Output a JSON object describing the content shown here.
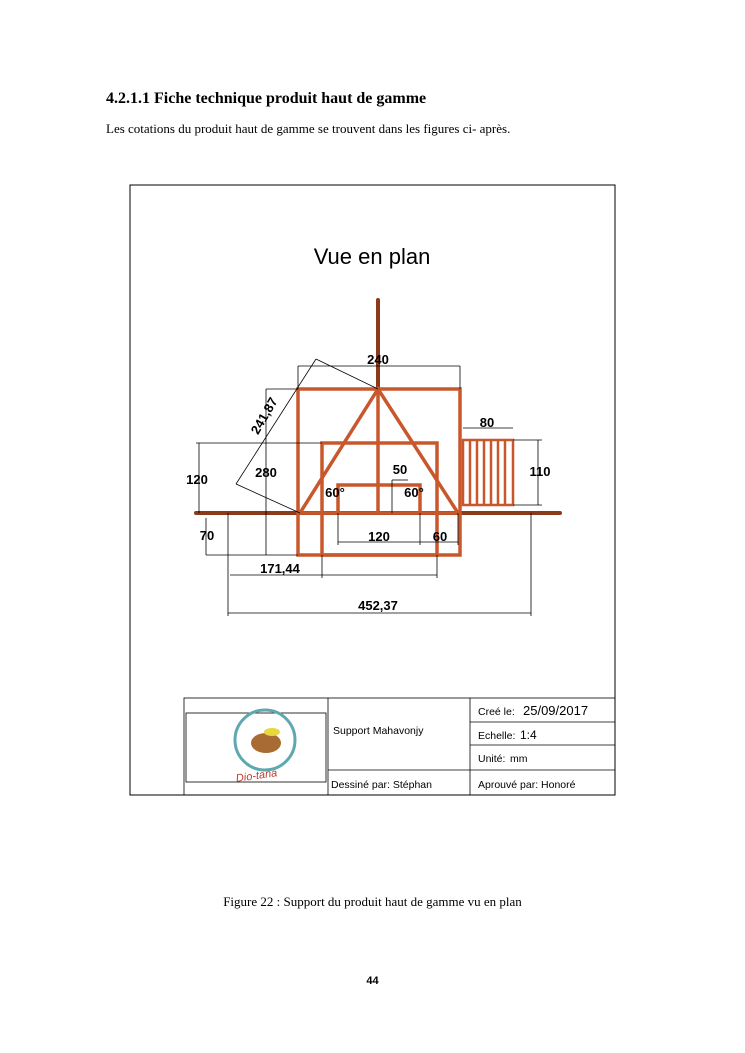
{
  "heading": "4.2.1.1 Fiche technique produit haut de gamme",
  "intro": "Les cotations du produit haut de gamme se trouvent dans les figures ci- après.",
  "drawing": {
    "title": "Vue en plan",
    "dimensions": {
      "top_width": "240",
      "diagonal": "241,87",
      "left_height": "120",
      "height": "280",
      "base_offset": "70",
      "inner_width": "171,44",
      "total_width": "452,37",
      "small_width": "120",
      "side_gap": "60",
      "small_height": "50",
      "angle_left": "60°",
      "angle_right": "60°",
      "stairs_width": "80",
      "stairs_height": "110"
    },
    "colors": {
      "frame": "#c8582c",
      "pole": "#8b3a1a"
    }
  },
  "title_block": {
    "logo_text": "Dio-tana",
    "product": "Support Mahavonjy",
    "created_label": "Creé le:",
    "created_value": "25/09/2017",
    "scale_label": "Echelle:",
    "scale_value": "1:4",
    "unit_label": "Unité:",
    "unit_value": "mm",
    "drawn_by": "Dessiné par: Stéphan",
    "approved_by": "Aprouvé par: Honoré"
  },
  "caption": "Figure 22 : Support du produit haut de gamme vu en plan",
  "page_number": "44"
}
